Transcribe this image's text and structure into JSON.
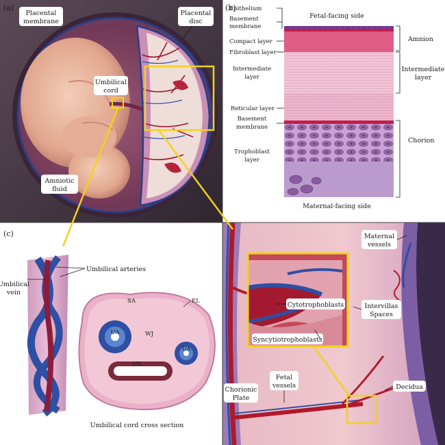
{
  "panels": {
    "a": {
      "letter": "(a)",
      "labels": {
        "placental_membrane": [
          "Placental",
          "membrane"
        ],
        "placental_disc": [
          "Placental",
          "disc"
        ],
        "umbilical_cord": [
          "Umbilical",
          "cord"
        ],
        "amniotic_fluid": [
          "Amniotic",
          "fluid"
        ]
      }
    },
    "b": {
      "letter": "(b)",
      "top_label": "Fetal-facing side",
      "bottom_label": "Maternal-facing side",
      "left_labels": {
        "epithelium": "Epithelium",
        "basement_membrane_1": [
          "Basement",
          "membrane"
        ],
        "compact_layer": "Compact layer",
        "fibroblast_layer": "Fibroblast layer",
        "intermediate_layer": [
          "Intermediate",
          "layer"
        ],
        "reticular_layer": "Reticular layer",
        "basement_membrane_2": [
          "Basement",
          "membrane"
        ],
        "trophoblast_layer": [
          "Trophoblast",
          "layer"
        ]
      },
      "right_labels": {
        "amnion": "Amnion",
        "intermediate_layer": [
          "Intermediate",
          "layer"
        ],
        "chorion": "Chorion"
      }
    },
    "c": {
      "letter": "(c)",
      "labels": {
        "umbilical_arteries": "Umbilical arteries",
        "umbilical_vein": [
          "Umbilical",
          "vein"
        ],
        "sa": "SA",
        "el": "EL",
        "wj": "WJ",
        "ua_left": "UA",
        "ua_right": "UA",
        "uv": "UV"
      },
      "caption": "Umbilical cord cross section"
    },
    "d": {
      "labels": {
        "maternal_vessels": [
          "Maternal",
          "vessels"
        ],
        "cytotrophoblasts": "Cytotrophoblasts",
        "intervillas_spaces": [
          "Intervillas",
          "Spaces"
        ],
        "syncytiotrophoblasts": "Syncytiotrophoblasts",
        "chorionic_plate": [
          "Chorionic",
          "Plate"
        ],
        "fetal_vessels": [
          "Fetal",
          "vessels"
        ],
        "decidua": "Decidua"
      }
    }
  },
  "colors": {
    "callout_yellow": "#f2d21b",
    "artery_red": "#b0192b",
    "vein_blue": "#2e4fa3",
    "membrane_pink": "#e8a6c0",
    "amnion_pink": "#d94a7a",
    "chorion_purple": "#a77bbf",
    "fetus_skin": "#e9b8a2",
    "uterus_dark": "#3d2c3c"
  }
}
